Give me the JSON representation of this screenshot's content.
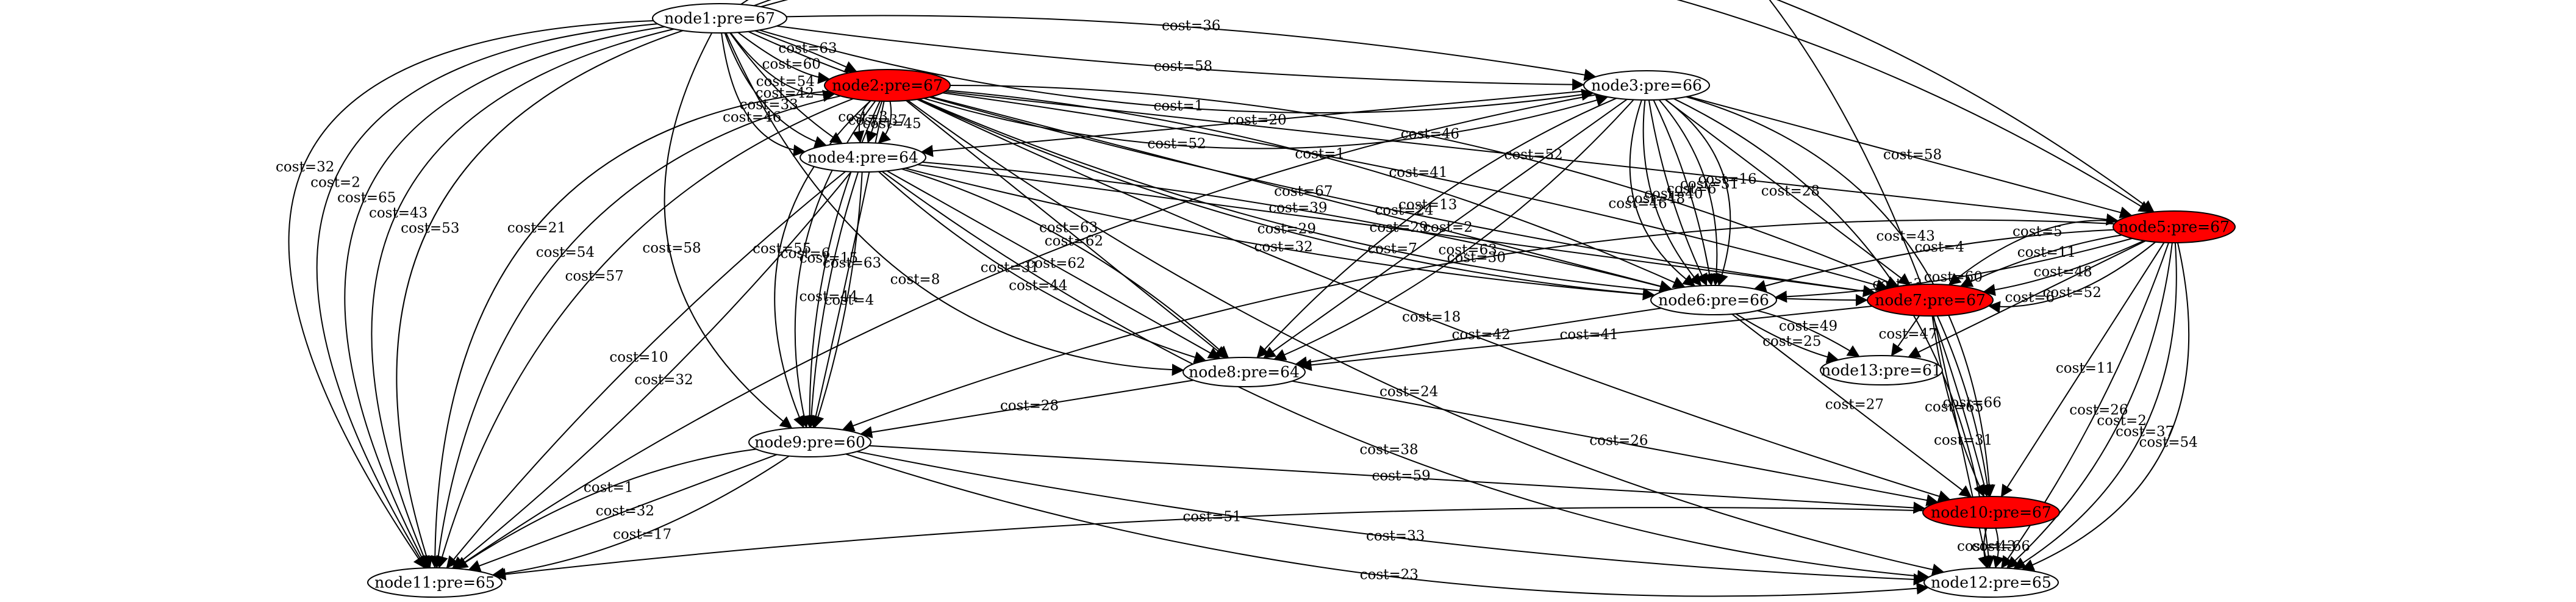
{
  "graph": {
    "node_default_color": "#ffffff",
    "node_highlight_color": "#ff0000",
    "nodes": [
      {
        "id": "node1",
        "label": "node1:pre=67",
        "highlighted": false
      },
      {
        "id": "node2",
        "label": "node2:pre=67",
        "highlighted": true
      },
      {
        "id": "node3",
        "label": "node3:pre=66",
        "highlighted": false
      },
      {
        "id": "node4",
        "label": "node4:pre=64",
        "highlighted": false
      },
      {
        "id": "node5",
        "label": "node5:pre=67",
        "highlighted": true
      },
      {
        "id": "node6",
        "label": "node6:pre=66",
        "highlighted": false
      },
      {
        "id": "node7",
        "label": "node7:pre=67",
        "highlighted": true
      },
      {
        "id": "node8",
        "label": "node8:pre=64",
        "highlighted": false
      },
      {
        "id": "node9",
        "label": "node9:pre=60",
        "highlighted": false
      },
      {
        "id": "node10",
        "label": "node10:pre=67",
        "highlighted": true
      },
      {
        "id": "node11",
        "label": "node11:pre=65",
        "highlighted": false
      },
      {
        "id": "node12",
        "label": "node12:pre=65",
        "highlighted": false
      },
      {
        "id": "node13",
        "label": "node13:pre=61",
        "highlighted": false
      }
    ],
    "edges": [
      {
        "from": "node1",
        "to": "node2",
        "label": "cost=63"
      },
      {
        "from": "node1",
        "to": "node2",
        "label": "cost=60"
      },
      {
        "from": "node1",
        "to": "node2",
        "label": "cost=54"
      },
      {
        "from": "node1",
        "to": "node3",
        "label": "cost=36"
      },
      {
        "from": "node1",
        "to": "node3",
        "label": "cost=58"
      },
      {
        "from": "node1",
        "to": "node3",
        "label": "cost=1"
      },
      {
        "from": "node1",
        "to": "node3",
        "label": "cost=52"
      },
      {
        "from": "node1",
        "to": "node4",
        "label": "cost=42"
      },
      {
        "from": "node1",
        "to": "node4",
        "label": "cost=33"
      },
      {
        "from": "node1",
        "to": "node4",
        "label": "cost=46"
      },
      {
        "from": "node1",
        "to": "node5",
        "label": "cost=23"
      },
      {
        "from": "node1",
        "to": "node5",
        "label": "cost=25"
      },
      {
        "from": "node1",
        "to": "node10",
        "label": "cost=13"
      },
      {
        "from": "node1",
        "to": "node11",
        "label": "cost=53"
      },
      {
        "from": "node1",
        "to": "node11",
        "label": "cost=43"
      },
      {
        "from": "node1",
        "to": "node11",
        "label": "cost=65"
      },
      {
        "from": "node1",
        "to": "node11",
        "label": "cost=2"
      },
      {
        "from": "node1",
        "to": "node11",
        "label": "cost=32"
      },
      {
        "from": "node1",
        "to": "node9",
        "label": "cost=58"
      },
      {
        "from": "node1",
        "to": "node8",
        "label": "cost=8"
      },
      {
        "from": "node2",
        "to": "node4",
        "label": "cost=45"
      },
      {
        "from": "node2",
        "to": "node4",
        "label": "cost=37"
      },
      {
        "from": "node2",
        "to": "node4",
        "label": "cost=3"
      },
      {
        "from": "node2",
        "to": "node6",
        "label": "cost=1"
      },
      {
        "from": "node2",
        "to": "node6",
        "label": "cost=67"
      },
      {
        "from": "node2",
        "to": "node6",
        "label": "cost=29"
      },
      {
        "from": "node2",
        "to": "node7",
        "label": "cost=46"
      },
      {
        "from": "node2",
        "to": "node7",
        "label": "cost=41"
      },
      {
        "from": "node2",
        "to": "node7",
        "label": "cost=24"
      },
      {
        "from": "node2",
        "to": "node7",
        "label": "cost=7"
      },
      {
        "from": "node2",
        "to": "node5",
        "label": "cost=52"
      },
      {
        "from": "node2",
        "to": "node11",
        "label": "cost=57"
      },
      {
        "from": "node2",
        "to": "node11",
        "label": "cost=54"
      },
      {
        "from": "node2",
        "to": "node11",
        "label": "cost=21"
      },
      {
        "from": "node2",
        "to": "node9",
        "label": "cost=63"
      },
      {
        "from": "node2",
        "to": "node9",
        "label": "cost=15"
      },
      {
        "from": "node2",
        "to": "node9",
        "label": "cost=6"
      },
      {
        "from": "node2",
        "to": "node8",
        "label": "cost=63"
      },
      {
        "from": "node2",
        "to": "node9",
        "label": "cost=55"
      },
      {
        "from": "node2",
        "to": "node10",
        "label": "cost=18"
      },
      {
        "from": "node2",
        "to": "node12",
        "label": "cost=24"
      },
      {
        "from": "node3",
        "to": "node4",
        "label": "cost=20"
      },
      {
        "from": "node3",
        "to": "node8",
        "label": "cost=63"
      },
      {
        "from": "node3",
        "to": "node8",
        "label": "cost=2"
      },
      {
        "from": "node3",
        "to": "node8",
        "label": "cost=13"
      },
      {
        "from": "node3",
        "to": "node6",
        "label": "cost=16"
      },
      {
        "from": "node3",
        "to": "node6",
        "label": "cost=31"
      },
      {
        "from": "node3",
        "to": "node6",
        "label": "cost=6"
      },
      {
        "from": "node3",
        "to": "node6",
        "label": "cost=40"
      },
      {
        "from": "node3",
        "to": "node6",
        "label": "cost=48"
      },
      {
        "from": "node3",
        "to": "node6",
        "label": "cost=46"
      },
      {
        "from": "node3",
        "to": "node5",
        "label": "cost=58"
      },
      {
        "from": "node3",
        "to": "node12",
        "label": "cost=3"
      },
      {
        "from": "node3",
        "to": "node10",
        "label": "cost=43"
      },
      {
        "from": "node3",
        "to": "node7",
        "label": "cost=28"
      },
      {
        "from": "node3",
        "to": "node11",
        "label": "cost=31"
      },
      {
        "from": "node4",
        "to": "node11",
        "label": "cost=32"
      },
      {
        "from": "node4",
        "to": "node11",
        "label": "cost=10"
      },
      {
        "from": "node4",
        "to": "node9",
        "label": "cost=4"
      },
      {
        "from": "node4",
        "to": "node9",
        "label": "cost=44"
      },
      {
        "from": "node4",
        "to": "node8",
        "label": "cost=62"
      },
      {
        "from": "node4",
        "to": "node8",
        "label": "cost=62"
      },
      {
        "from": "node4",
        "to": "node8",
        "label": "cost=44"
      },
      {
        "from": "node4",
        "to": "node6",
        "label": "cost=39"
      },
      {
        "from": "node4",
        "to": "node6",
        "label": "cost=32"
      },
      {
        "from": "node4",
        "to": "node7",
        "label": "cost=29"
      },
      {
        "from": "node4",
        "to": "node12",
        "label": "cost=38"
      },
      {
        "from": "node5",
        "to": "node6",
        "label": "cost=60"
      },
      {
        "from": "node5",
        "to": "node6",
        "label": "cost=4"
      },
      {
        "from": "node5",
        "to": "node7",
        "label": "cost=52"
      },
      {
        "from": "node5",
        "to": "node7",
        "label": "cost=48"
      },
      {
        "from": "node5",
        "to": "node7",
        "label": "cost=11"
      },
      {
        "from": "node5",
        "to": "node7",
        "label": "cost=5"
      },
      {
        "from": "node5",
        "to": "node13",
        "label": "cost=6"
      },
      {
        "from": "node5",
        "to": "node9",
        "label": "cost=30"
      },
      {
        "from": "node5",
        "to": "node10",
        "label": "cost=11"
      },
      {
        "from": "node5",
        "to": "node12",
        "label": "cost=54"
      },
      {
        "from": "node5",
        "to": "node12",
        "label": "cost=37"
      },
      {
        "from": "node5",
        "to": "node12",
        "label": "cost=2"
      },
      {
        "from": "node5",
        "to": "node12",
        "label": "cost=26"
      },
      {
        "from": "node6",
        "to": "node8",
        "label": "cost=42"
      },
      {
        "from": "node6",
        "to": "node13",
        "label": "cost=49"
      },
      {
        "from": "node6",
        "to": "node13",
        "label": "cost=25"
      },
      {
        "from": "node6",
        "to": "node10",
        "label": "cost=27"
      },
      {
        "from": "node7",
        "to": "node8",
        "label": "cost=41"
      },
      {
        "from": "node7",
        "to": "node13",
        "label": "cost=47"
      },
      {
        "from": "node7",
        "to": "node10",
        "label": "cost=66"
      },
      {
        "from": "node7",
        "to": "node10",
        "label": "cost=65"
      },
      {
        "from": "node7",
        "to": "node12",
        "label": "cost=31"
      },
      {
        "from": "node8",
        "to": "node9",
        "label": "cost=28"
      },
      {
        "from": "node8",
        "to": "node10",
        "label": "cost=26"
      },
      {
        "from": "node9",
        "to": "node11",
        "label": "cost=17"
      },
      {
        "from": "node9",
        "to": "node11",
        "label": "cost=32"
      },
      {
        "from": "node9",
        "to": "node11",
        "label": "cost=1"
      },
      {
        "from": "node9",
        "to": "node10",
        "label": "cost=59"
      },
      {
        "from": "node9",
        "to": "node12",
        "label": "cost=33"
      },
      {
        "from": "node9",
        "to": "node12",
        "label": "cost=23"
      },
      {
        "from": "node10",
        "to": "node11",
        "label": "cost=51"
      },
      {
        "from": "node10",
        "to": "node12",
        "label": "cost=66"
      },
      {
        "from": "node10",
        "to": "node12",
        "label": "cost=43"
      }
    ]
  }
}
